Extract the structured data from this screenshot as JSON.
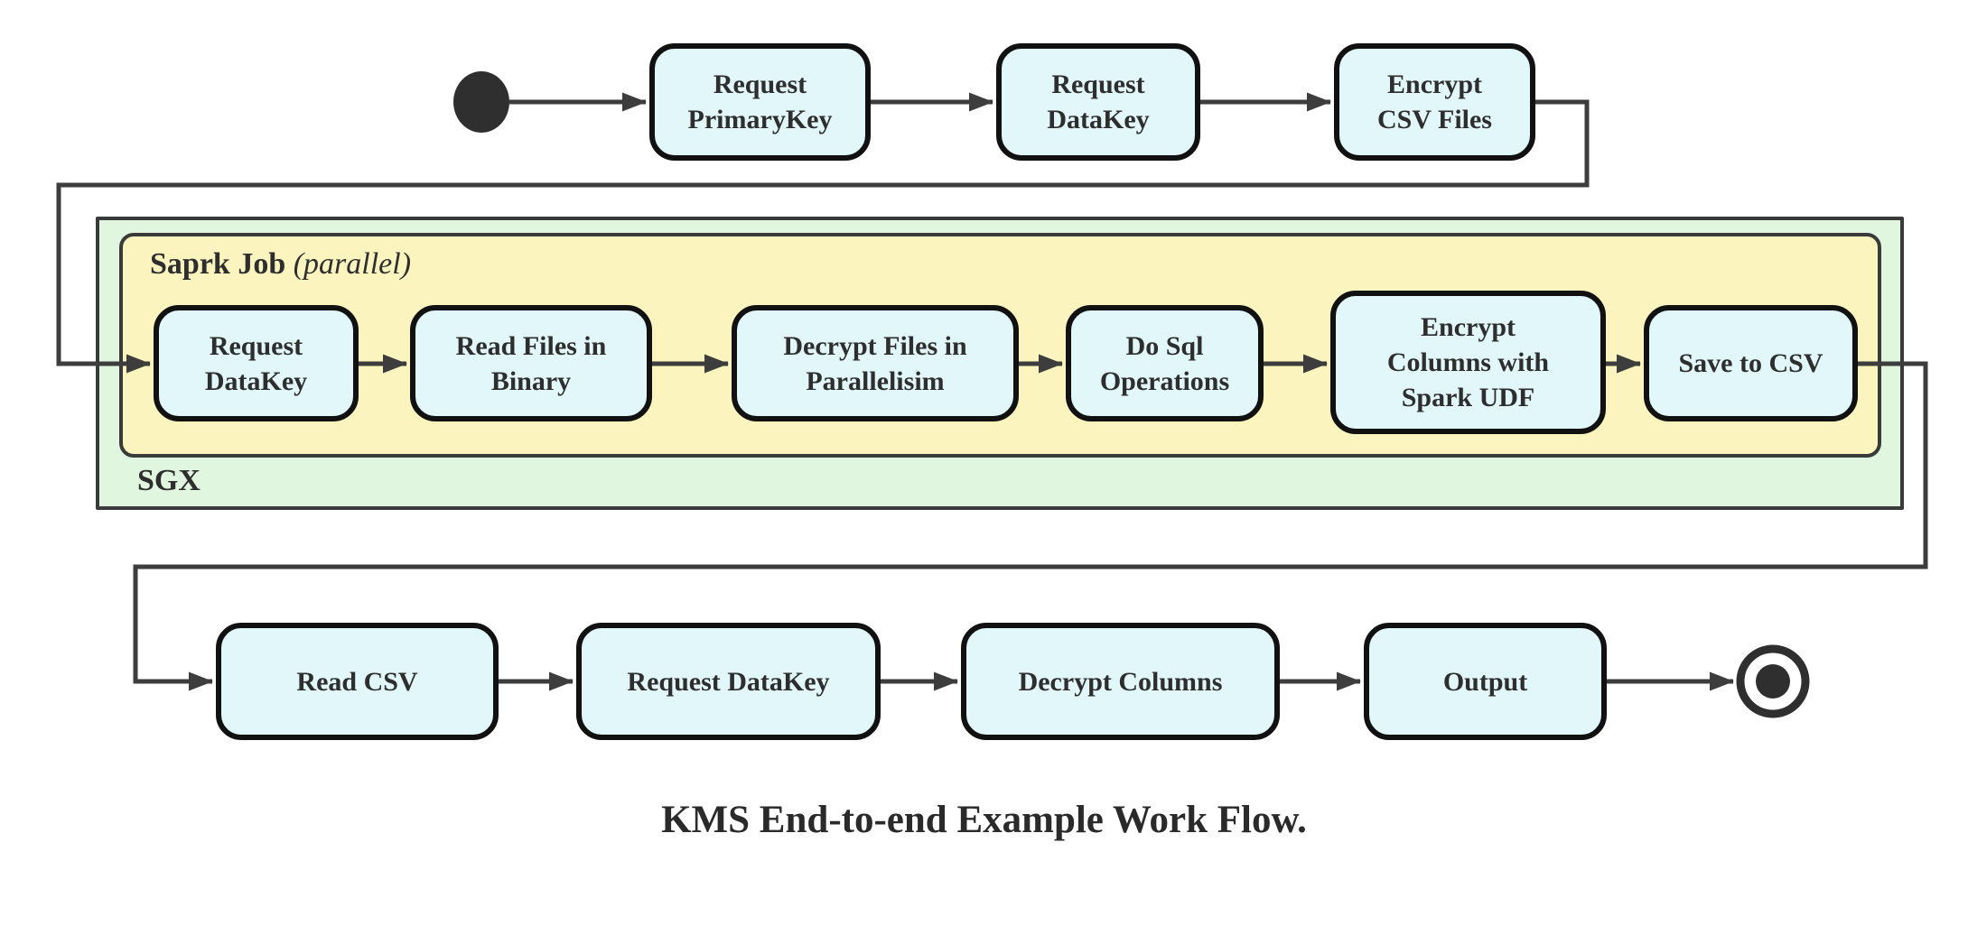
{
  "caption": "KMS End-to-end Example Work Flow.",
  "containers": {
    "sgx": {
      "label": "SGX"
    },
    "spark_job": {
      "name": "Saprk Job",
      "qualifier": "(parallel)"
    }
  },
  "nodes": {
    "request_primarykey": "Request\nPrimaryKey",
    "request_datakey_top": "Request\nDataKey",
    "encrypt_csv_files": "Encrypt\nCSV Files",
    "request_datakey_sgx": "Request\nDataKey",
    "read_files_in_binary": "Read Files in\nBinary",
    "decrypt_files_in_parallelisim": "Decrypt Files in\nParallelisim",
    "do_sql_operations": "Do Sql\nOperations",
    "encrypt_columns_with_spark_udf": "Encrypt\nColumns with\nSpark UDF",
    "save_to_csv": "Save to CSV",
    "read_csv": "Read CSV",
    "request_datakey_bottom": "Request DataKey",
    "decrypt_columns": "Decrypt Columns",
    "output": "Output"
  },
  "symbols": {
    "start": "initial-state-filled-circle",
    "end": "final-state-bullseye"
  },
  "colors": {
    "node_fill": "#e1f7fa",
    "node_border": "#111111",
    "spark_container_fill": "#fbf4bf",
    "sgx_container_fill": "#e0f6df",
    "container_border": "#3a3a3a",
    "edge": "#3d3d3d",
    "text": "#2e2e2e",
    "background": "#ffffff"
  }
}
